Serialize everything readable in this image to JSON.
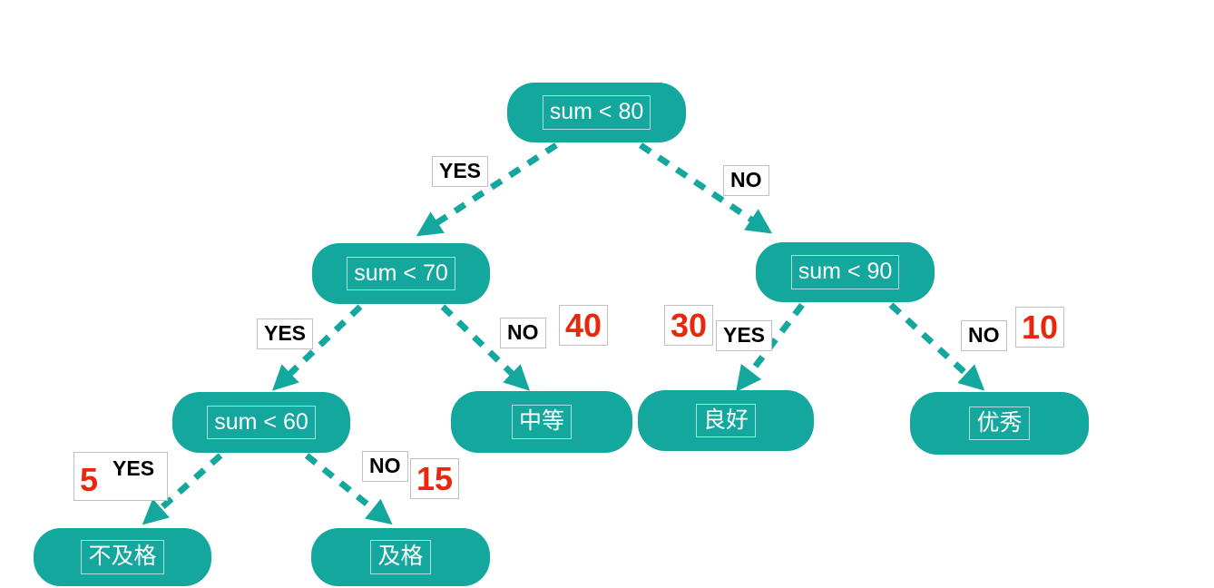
{
  "diagram": {
    "type": "decision-tree",
    "nodes": [
      {
        "label": "sum < 80"
      },
      {
        "label": "sum < 70"
      },
      {
        "label": "sum < 90"
      },
      {
        "label": "sum < 60"
      },
      {
        "label": "中等"
      },
      {
        "label": "良好"
      },
      {
        "label": "优秀"
      },
      {
        "label": "不及格"
      },
      {
        "label": "及格"
      }
    ],
    "edges": [
      {
        "from": "sum < 80",
        "to": "sum < 70",
        "label": "YES"
      },
      {
        "from": "sum < 80",
        "to": "sum < 90",
        "label": "NO"
      },
      {
        "from": "sum < 70",
        "to": "sum < 60",
        "label": "YES"
      },
      {
        "from": "sum < 70",
        "to": "中等",
        "label": "NO",
        "count": "40"
      },
      {
        "from": "sum < 90",
        "to": "良好",
        "label": "YES",
        "count": "30"
      },
      {
        "from": "sum < 90",
        "to": "优秀",
        "label": "NO",
        "count": "10"
      },
      {
        "from": "sum < 60",
        "to": "不及格",
        "label": "YES",
        "count": "5"
      },
      {
        "from": "sum < 60",
        "to": "及格",
        "label": "NO",
        "count": "15"
      }
    ]
  },
  "colors": {
    "node_fill": "#14A79E",
    "count_red": "#E8270D",
    "label_border": "#C0C0C0"
  }
}
